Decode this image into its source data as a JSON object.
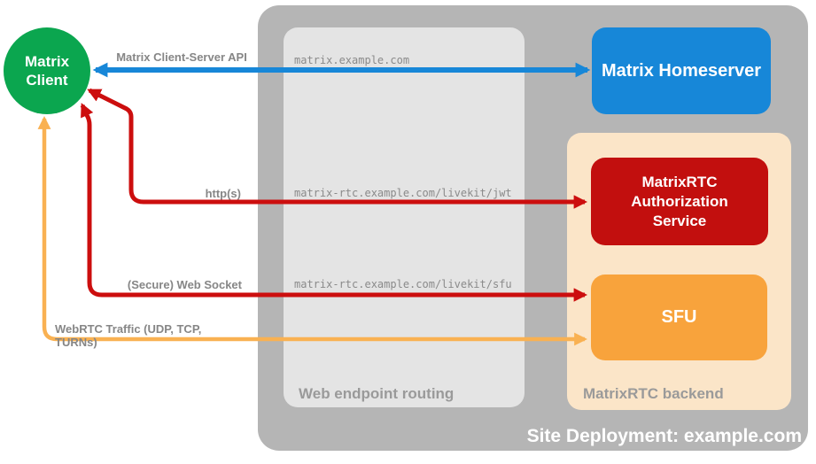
{
  "title": "Site Deployment: example.com",
  "nodes": {
    "client": {
      "label": "Matrix\nClient",
      "color": "#0BA64F",
      "shape": "circle"
    },
    "homeserver": {
      "label": "Matrix Homeserver",
      "color": "#1787D8"
    },
    "auth_service": {
      "label": "MatrixRTC\nAuthorization\nService",
      "color": "#C20F0E"
    },
    "sfu": {
      "label": "SFU",
      "color": "#F8A33C"
    }
  },
  "containers": {
    "site_deployment": {
      "label": "Site Deployment: example.com",
      "color": "#B5B5B5"
    },
    "web_endpoint_routing": {
      "label": "Web endpoint routing",
      "color": "#E4E4E4"
    },
    "matrixrtc_backend": {
      "label": "MatrixRTC backend",
      "color": "#FBE5C8"
    }
  },
  "edges": {
    "client_server_api": {
      "label": "Matrix Client-Server API",
      "endpoint": "matrix.example.com",
      "color": "#1787D8",
      "from": "Matrix Client",
      "to": "Matrix Homeserver",
      "bidirectional": true
    },
    "https": {
      "label": "http(s)",
      "endpoint": "matrix-rtc.example.com/livekit/jwt",
      "color": "#CC0E0E",
      "from": "Matrix Client",
      "to": "MatrixRTC Authorization Service",
      "bidirectional": true
    },
    "websocket": {
      "label": "(Secure) Web Socket",
      "endpoint": "matrix-rtc.example.com/livekit/sfu",
      "color": "#CC0E0E",
      "from": "Matrix Client",
      "to": "SFU",
      "bidirectional": true
    },
    "webrtc": {
      "label": "WebRTC Traffic (UDP, TCP, TURNs)",
      "endpoint": "",
      "color": "#F9B152",
      "from": "Matrix Client",
      "to": "SFU",
      "bidirectional": true
    }
  }
}
